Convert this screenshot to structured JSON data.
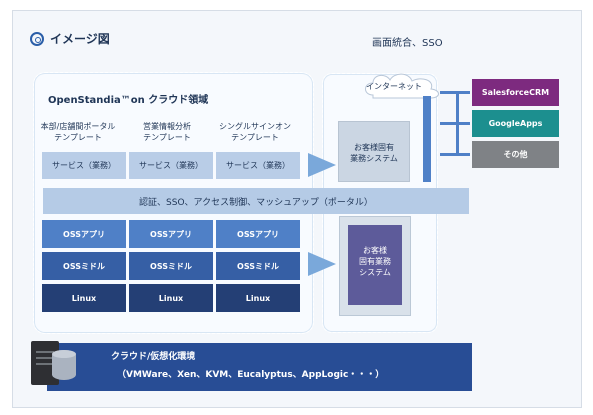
{
  "title": "イメージ図",
  "top_right_label": "画面統合、SSO",
  "cloud_area_title": "OpenStandia™on クラウド領域",
  "columns": [
    {
      "label": "本部/店舗間ポータル\nテンプレート",
      "service": "サービス（業務）",
      "oss": "OSSアプリ",
      "middleware": "OSSミドル",
      "os": "Linux"
    },
    {
      "label": "営業情報分析\nテンプレート",
      "service": "サービス（業務）",
      "oss": "OSSアプリ",
      "middleware": "OSSミドル",
      "os": "Linux"
    },
    {
      "label": "シングルサインオン\nテンプレート",
      "service": "サービス（業務）",
      "oss": "OSSアプリ",
      "middleware": "OSSミドル",
      "os": "Linux"
    }
  ],
  "portal_bar": "認証、SSO、アクセス制御、マッシュアップ（ポータル）",
  "customer_system_1": "お客様固有\n業務システム",
  "customer_system_2": "お客様\n固有業務\nシステム",
  "internet_label": "インターネット",
  "saas_items": [
    {
      "label": "SalesforceCRM",
      "color": "#7d2a7f"
    },
    {
      "label": "GoogleApps",
      "color": "#1c8f8f"
    },
    {
      "label": "その他",
      "color": "#7f8286"
    }
  ],
  "bottom_title": "クラウド/仮想化環境",
  "bottom_subtitle": "（VMWare、Xen、KVM、Eucalyptus、AppLogic・・・）"
}
